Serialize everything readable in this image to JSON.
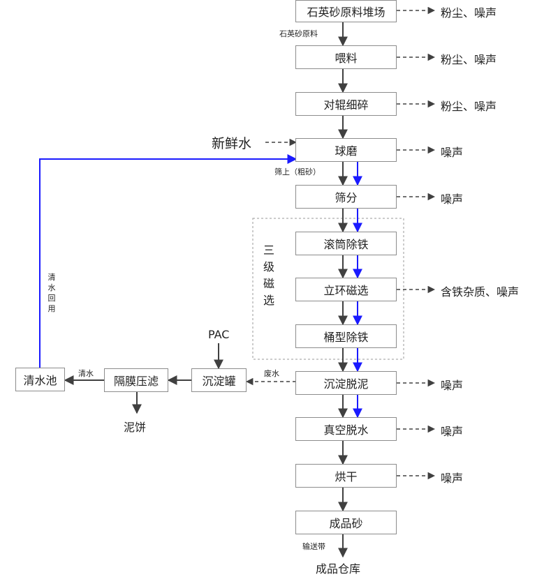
{
  "main_flow": {
    "quartz_yard": "石英砂原料堆场",
    "feeding": "喂料",
    "roll_crush": "对辊细碎",
    "ball_mill": "球磨",
    "screening": "筛分",
    "drum_iron": "滚筒除铁",
    "vertical_ring": "立环磁选",
    "barrel_iron": "桶型除铁",
    "settle_desilt": "沉淀脱泥",
    "vacuum_dewater": "真空脱水",
    "drying": "烘干",
    "product_sand": "成品砂",
    "product_store": "成品仓库"
  },
  "side_flow": {
    "settle_tank": "沉淀罐",
    "diaphragm_press": "隔膜压滤",
    "clear_pool": "清水池",
    "mud_cake": "泥饼",
    "pac": "PAC",
    "fresh_water": "新鲜水"
  },
  "group_label": [
    "三",
    "级",
    "磁",
    "选"
  ],
  "flow_labels": {
    "raw_material": "石英砂原料",
    "oversize": "筛上（粗砂）",
    "waste_water": "废水",
    "clear_water": "清水",
    "water_reuse": [
      "清",
      "水",
      "回",
      "用"
    ],
    "conveyor": "输送带"
  },
  "emissions": {
    "dust_noise": "粉尘、噪声",
    "noise": "噪声",
    "iron_noise": "含铁杂质、噪声"
  }
}
